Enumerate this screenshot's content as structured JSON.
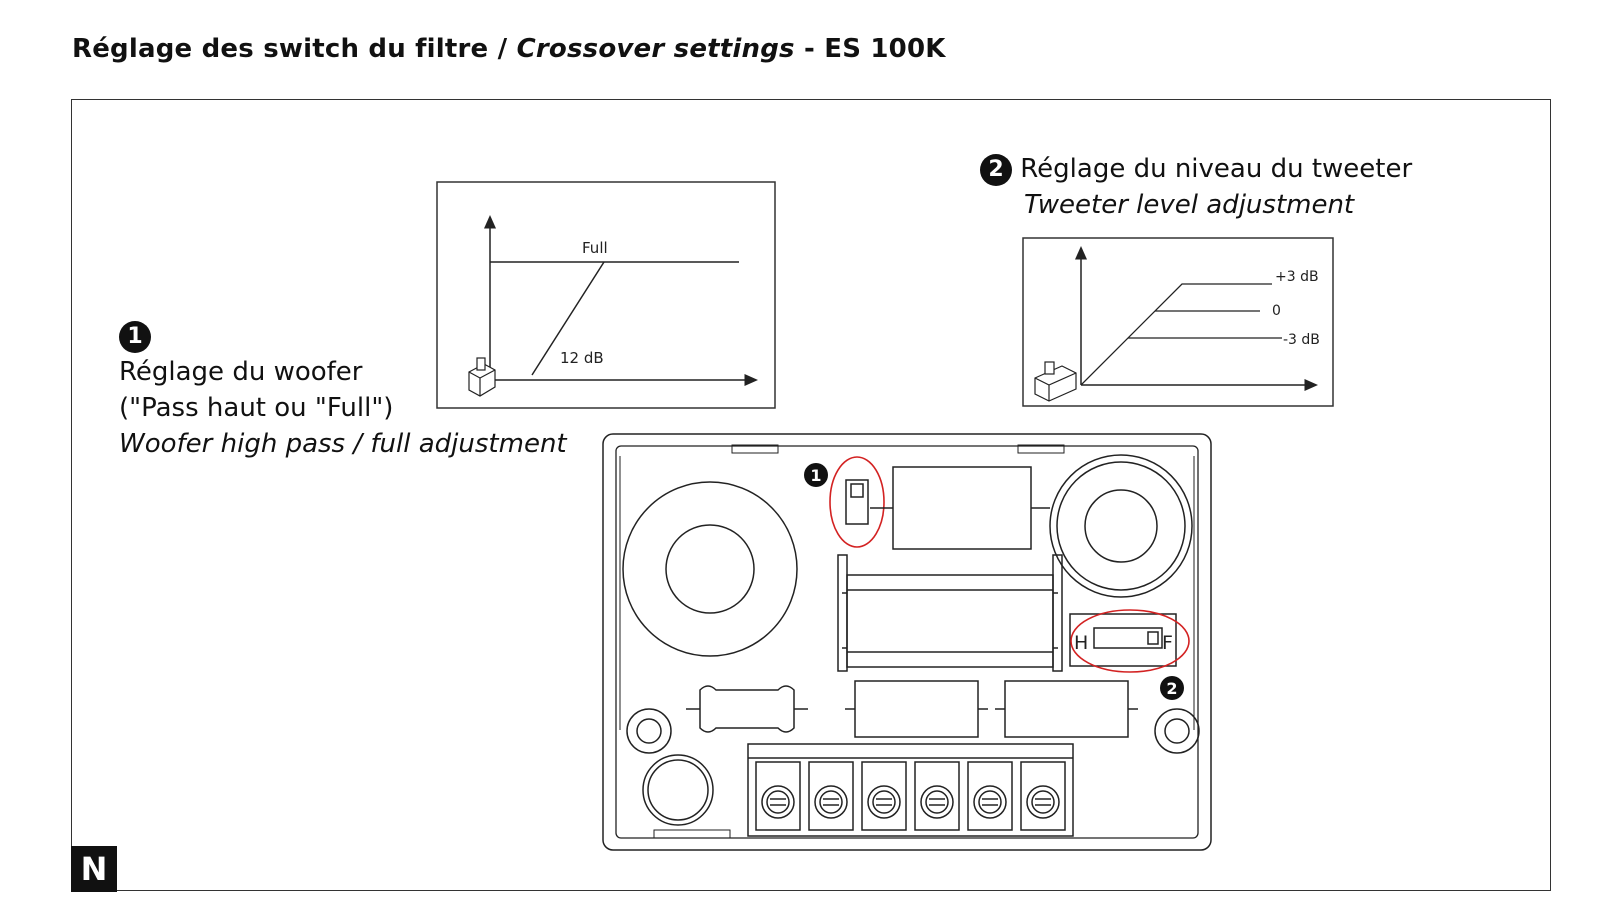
{
  "page": {
    "title_fr": "Réglage des switch du filtre / ",
    "title_en": "Crossover settings",
    "title_model": " - ES 100K",
    "corner_tag": "N"
  },
  "woofer": {
    "number": "1",
    "label_fr_line1": "Réglage du woofer",
    "label_fr_line2": "(\"Pass haut ou \"Full\")",
    "label_en": "Woofer high pass / full adjustment",
    "graph": {
      "full_label": "Full",
      "slope_label": "12 dB"
    }
  },
  "tweeter": {
    "number": "2",
    "label_fr": "Réglage du niveau du tweeter",
    "label_en": "Tweeter level adjustment",
    "graph": {
      "levels": [
        "+3 dB",
        "0",
        "-3 dB"
      ]
    }
  },
  "board": {
    "marker_1": "1",
    "marker_2": "2",
    "switch_left_label": "H",
    "switch_right_label": "F",
    "highlight_color": "#d32222"
  }
}
